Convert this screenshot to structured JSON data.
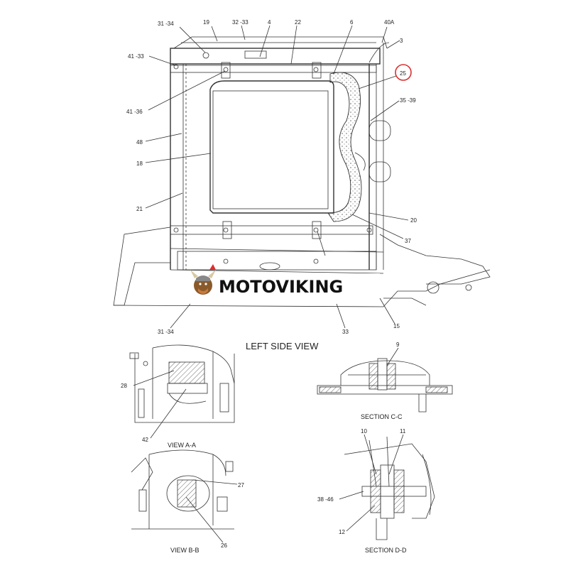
{
  "diagram": {
    "main_view_title": "LEFT SIDE VIEW",
    "callouts_main": [
      "31 -34",
      "19",
      "32 -33",
      "4",
      "22",
      "6",
      "40A",
      "3",
      "25",
      "35 -39",
      "41 -33",
      "41 -36",
      "48",
      "18",
      "21",
      "20",
      "37",
      "31 -34",
      "33",
      "15"
    ],
    "highlighted_callout": "25",
    "highlight_color": "#d93030",
    "view_aa": {
      "title": "VIEW  A-A",
      "callouts": [
        "28",
        "42"
      ]
    },
    "section_cc": {
      "title": "SECTION  C-C",
      "callouts": [
        "9"
      ]
    },
    "view_bb": {
      "title": "VIEW  B-B",
      "callouts": [
        "27",
        "26"
      ]
    },
    "section_dd": {
      "title": "SECTION  D-D",
      "callouts": [
        "10",
        "11",
        "38 -46",
        "12"
      ]
    }
  },
  "watermark": {
    "text": "MOTOVIKING",
    "logo_icon": "viking-mascot-icon"
  }
}
